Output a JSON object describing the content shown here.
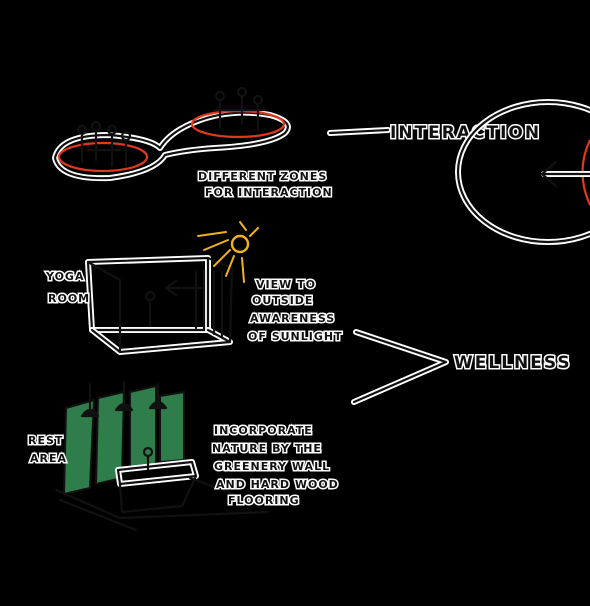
{
  "labels": {
    "interaction": "INTERACTION",
    "wellness": "WELLNESS",
    "zones": [
      "DIFFERENT ZONES",
      "FOR INTERACTION"
    ],
    "yoga": [
      "YOGA",
      "ROOM"
    ],
    "view": [
      "VIEW TO",
      "OUTSIDE",
      "AWARENESS",
      "OF SUNLIGHT"
    ],
    "rest": [
      "REST",
      "AREA"
    ],
    "nature": [
      "INCORPORATE",
      "NATURE BY THE",
      "GREENERY WALL",
      "AND HARD WOOD",
      "FLOORING"
    ]
  },
  "colors": {
    "ink": "#111111",
    "accent_red": "#e03a1e",
    "sun_yellow": "#f2b21c",
    "greenery": "#2f7d4a",
    "background": "#000000",
    "paper_halo": "#ffffff"
  },
  "icons": [
    "people-icon",
    "sun-icon",
    "arrow-icon",
    "greenery-wall",
    "yoga-room-box"
  ]
}
